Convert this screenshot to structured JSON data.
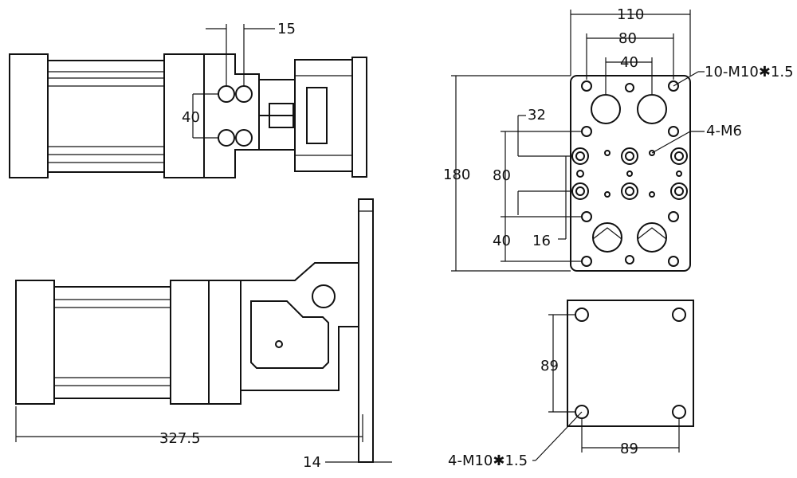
{
  "drawing": {
    "top_view": {
      "dim_pitch": "40",
      "dim_offset": "15"
    },
    "side_view": {
      "dim_length": "327.5",
      "dim_thickness": "14"
    },
    "flange_view": {
      "dim_width": "110",
      "dim_bolt_span": "80",
      "dim_inner_span": "40",
      "dim_height": "180",
      "dim_upper_offset": "32",
      "dim_mid_span": "80",
      "dim_lower_span": "40",
      "dim_port_offset": "16",
      "callout_bolts": "10-M10✱1.5",
      "callout_small": "4-M6"
    },
    "plate_view": {
      "dim_vertical": "89",
      "dim_horizontal": "89",
      "callout_bolts": "4-M10✱1.5"
    }
  }
}
